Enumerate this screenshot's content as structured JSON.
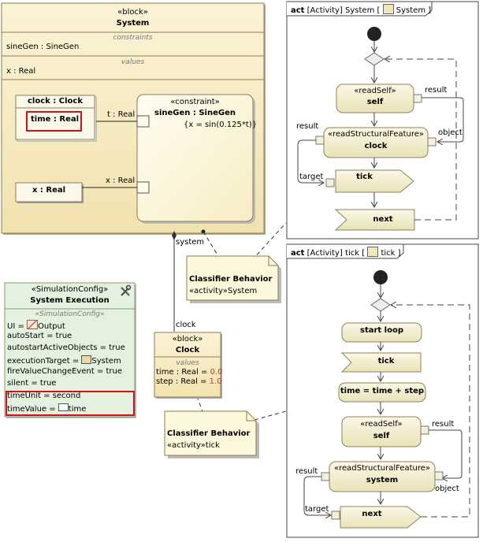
{
  "system_block": {
    "stereotype": "«block»",
    "name": "System",
    "constraints_title": "constraints",
    "constraint_item": "sineGen : SineGen",
    "values_title": "values",
    "value_item": "x : Real"
  },
  "clock_part": {
    "name": "clock : Clock",
    "property": "time : Real"
  },
  "x_part": {
    "name": "x : Real"
  },
  "sinegen_constraint": {
    "stereotype": "«constraint»",
    "name": "sineGen : SineGen",
    "expression": "{x = sin(0.125*t)}"
  },
  "ports": {
    "t": "t : Real",
    "x": "x : Real"
  },
  "assoc_labels": {
    "system": "system",
    "clock": "clock"
  },
  "sim_config": {
    "stereotype": "«SimulationConfig»",
    "name": "System Execution",
    "section": "«SimulationConfig»",
    "ui_label": "UI =",
    "ui_value": "Output",
    "rows": [
      "autoStart = true",
      "autostartActiveObjects = true",
      "executionTarget = ",
      "fireValueChangeEvent = true",
      "silent = true"
    ],
    "execution_target": "System",
    "time_unit": "timeUnit = second",
    "time_value_label": "timeValue = ",
    "time_value": "time"
  },
  "clock_block": {
    "stereotype": "«block»",
    "name": "Clock",
    "values_title": "values",
    "rows": [
      {
        "name": "time",
        "sep": " : Real = ",
        "val": "0.0"
      },
      {
        "name": "step",
        "sep": " : Real = ",
        "val": "1.0"
      }
    ]
  },
  "notes": [
    {
      "title": "Classifier Behavior",
      "text": "«activity»System"
    },
    {
      "title": "Classifier Behavior",
      "text": "«activity»tick"
    }
  ],
  "act_system": {
    "kind": "act",
    "header": " [Activity] System [ ",
    "name": "System",
    "close": " ]",
    "read_self": {
      "stereotype": "«readSelf»",
      "name": "self",
      "pin": "result"
    },
    "read_struct": {
      "stereotype": "«readStructuralFeature»",
      "name": "clock",
      "pin_left": "result",
      "pin_right": "object"
    },
    "send": "tick",
    "accept": "next",
    "target": "target"
  },
  "act_tick": {
    "kind": "act",
    "header": " [Activity] tick [ ",
    "name": "tick",
    "close": " ]",
    "start_loop": "start loop",
    "send": "tick",
    "assign": "time = time + step",
    "read_self": {
      "stereotype": "«readSelf»",
      "name": "self",
      "pin": "result"
    },
    "read_struct": {
      "stereotype": "«readStructuralFeature»",
      "name": "system",
      "pin_left": "result",
      "pin_right": "object"
    },
    "target": "target",
    "accept": "next"
  },
  "colors": {
    "block_fill": "#f7ecc8",
    "action_fill": "#f5f0d6",
    "config_fill": "#e4f1de",
    "highlight": "#d0111a",
    "note_fill": "#fdf7dc"
  }
}
